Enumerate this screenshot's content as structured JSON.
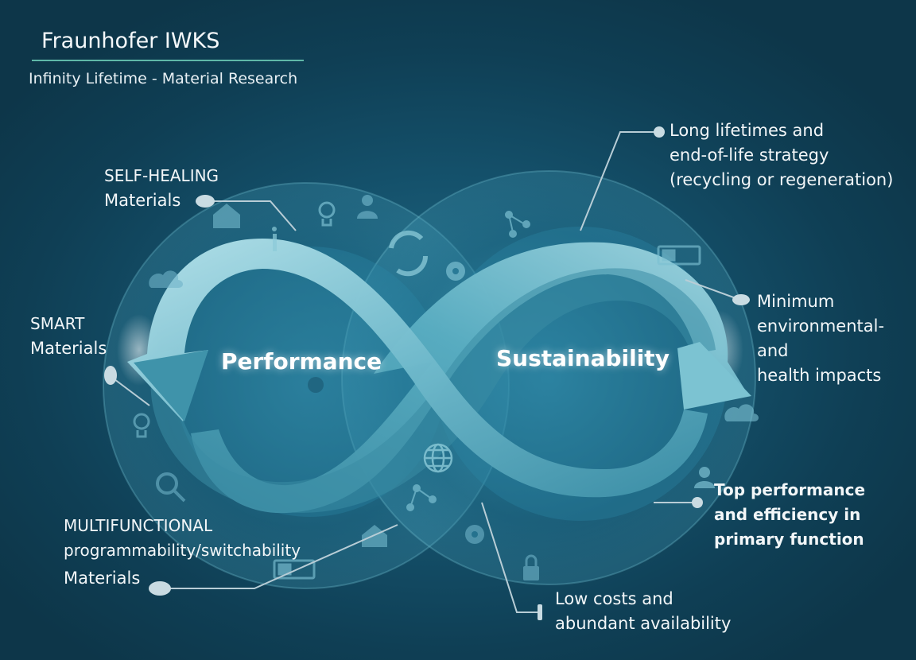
{
  "header": {
    "title": "Fraunhofer IWKS",
    "subtitle": "Infinity Lifetime - Material Research"
  },
  "hubs": {
    "left": "Performance",
    "right": "Sustainability"
  },
  "labels": {
    "self_healing": {
      "line1": "SELF-HEALING",
      "line2": "Materials"
    },
    "smart": {
      "line1": "SMART",
      "line2": "Materials"
    },
    "multifunctional": {
      "line1": "MULTIFUNCTIONAL",
      "line2": "programmability/switchability",
      "line3": "Materials"
    },
    "long_lifetimes": {
      "line1": "Long lifetimes and",
      "line2": "end-of-life strategy",
      "line3": "(recycling or regeneration)"
    },
    "minimum_impacts": {
      "line1": "Minimum",
      "line2": "environmental-",
      "line3": "and",
      "line4": "health impacts"
    },
    "top_performance": {
      "line1": "Top performance",
      "line2": "and efficiency in",
      "line3": "primary function"
    },
    "low_costs": {
      "line1": "Low costs and",
      "line2": "abundant availability"
    }
  },
  "colors": {
    "background": "#14506a",
    "ribbon_light": "#a8dbe4",
    "ribbon_dark": "#3c8fa6",
    "connector": "#b8cdd6",
    "accent_line": "#5fb8a8"
  },
  "icons": [
    "home-icon",
    "lightbulb-icon",
    "user-icon",
    "cloud-icon",
    "recycle-icon",
    "gear-icon",
    "share-icon",
    "battery-icon",
    "globe-icon",
    "search-icon",
    "lock-icon",
    "info-icon"
  ]
}
